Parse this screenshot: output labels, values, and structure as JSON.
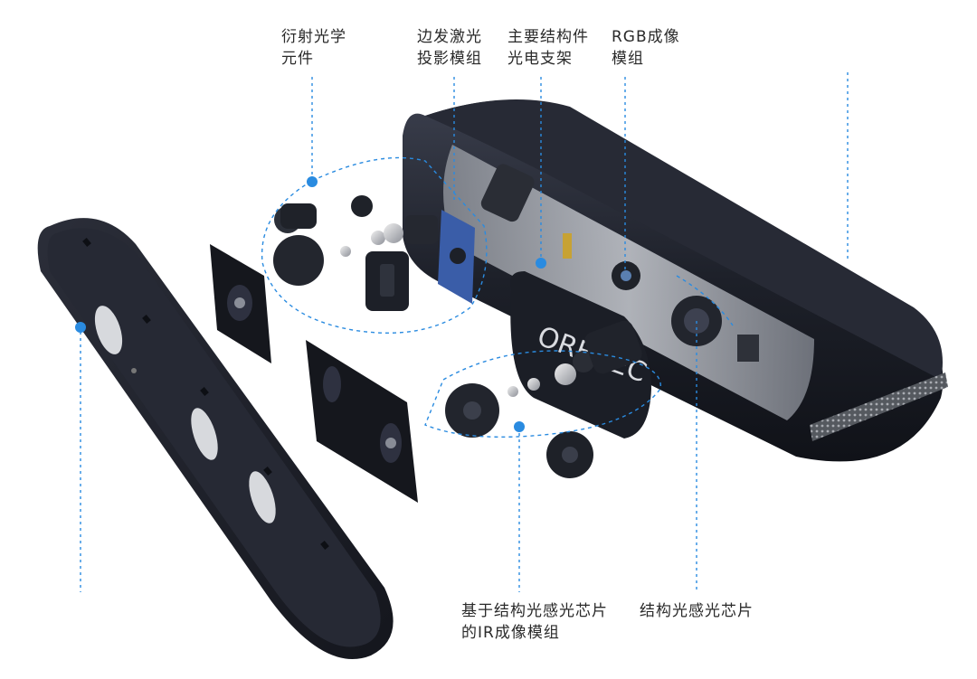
{
  "labels": {
    "diffractive_optics": [
      "衍射光学",
      "元件"
    ],
    "edge_laser": [
      "边发激光",
      "投影模组"
    ],
    "bracket": [
      "主要结构件",
      "光电支架"
    ],
    "rgb_module": [
      "RGB成像",
      "模组"
    ],
    "ir_module": [
      "基于结构光感光芯片",
      "的IR成像模组"
    ],
    "sensor_chip": [
      "结构光感光芯片"
    ]
  },
  "brand_text": "ORBBEC",
  "colors": {
    "dot": "#2a8be0",
    "leader": "#2a8be0",
    "body": "#1c1f29",
    "text": "#2a2a2a"
  }
}
